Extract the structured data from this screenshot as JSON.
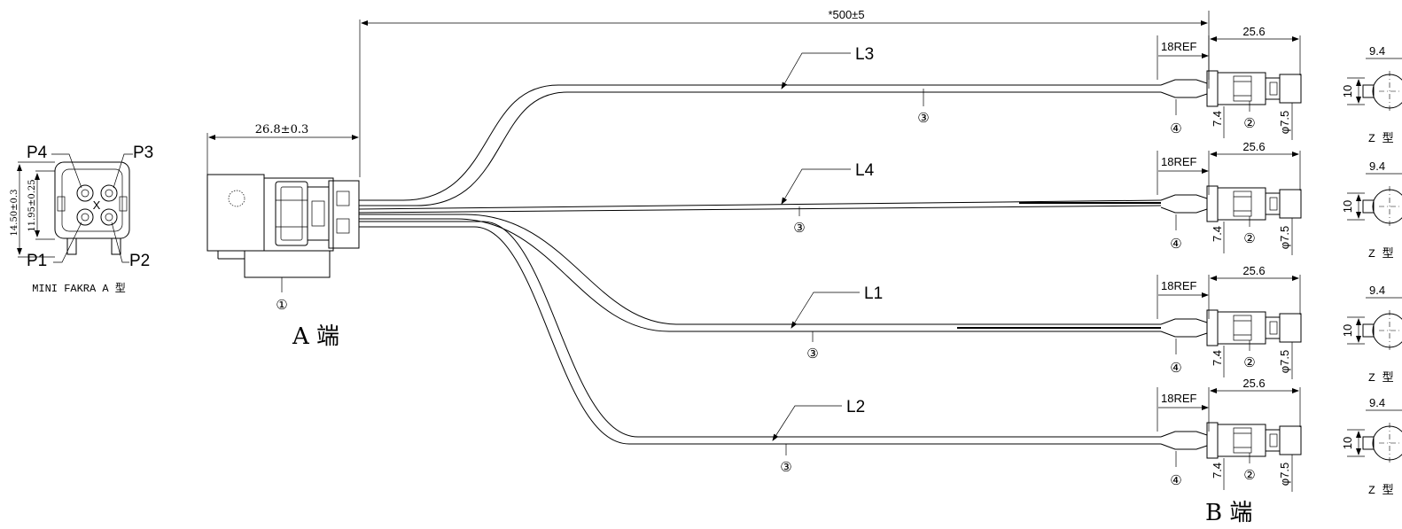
{
  "dimensions": {
    "overall_length": "*500±5",
    "a_end_length": "26.8±0.3",
    "ref_length": "18REF",
    "b_connector_length": "25.6",
    "b_height": "7.4",
    "b_diameter": "φ7.5",
    "side_width": "9.4",
    "side_height": "10",
    "a_height_outer": "14.50±0.3",
    "a_height_inner": "11.95±0.25"
  },
  "lines": [
    {
      "label": "L3",
      "wire_callout": "③",
      "end_callout": "②",
      "sleeve_callout": "④"
    },
    {
      "label": "L4",
      "wire_callout": "③",
      "end_callout": "②",
      "sleeve_callout": "④"
    },
    {
      "label": "L1",
      "wire_callout": "③",
      "end_callout": "②",
      "sleeve_callout": "④"
    },
    {
      "label": "L2",
      "wire_callout": "③",
      "end_callout": "②",
      "sleeve_callout": "④"
    }
  ],
  "pins": {
    "p1": "P1",
    "p2": "P2",
    "p3": "P3",
    "p4": "P4",
    "center": "X"
  },
  "a_end": {
    "callout": "①",
    "label": "A 端",
    "connector_type": "MINI FAKRA A 型"
  },
  "b_end": {
    "label": "B 端",
    "type_label": "Z 型"
  }
}
